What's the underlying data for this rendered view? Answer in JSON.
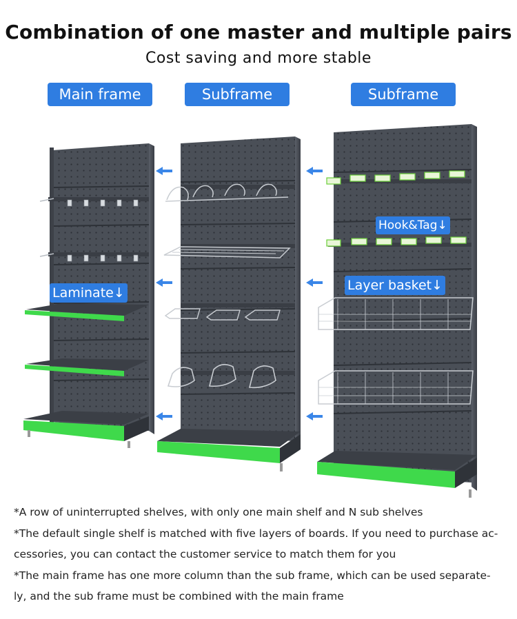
{
  "title": "Combination of one master and multiple pairs",
  "subtitle": "Cost saving and more stable",
  "labels": {
    "main_frame": "Main frame",
    "subframe_1": "Subframe",
    "subframe_2": "Subframe"
  },
  "tags": {
    "laminate": "Laminate↓",
    "hook_tag": "Hook&Tag↓",
    "layer_basket": "Layer basket↓"
  },
  "notes": [
    "*A row of uninterrupted shelves, with only one main shelf and N sub shelves",
    "*The default single shelf is matched with five layers of boards. If you need to purchase ac-",
    "cessories, you can contact the customer service to match them for you",
    "*The main frame has one more column than the sub frame, which can be used separate-",
    "ly, and the sub frame must be combined with the main frame"
  ],
  "colors": {
    "label_blue": "#2f7de1",
    "arrow_blue": "#3a86e8",
    "shelf_green": "#3fd94b",
    "frame_dark": "#454a52"
  }
}
